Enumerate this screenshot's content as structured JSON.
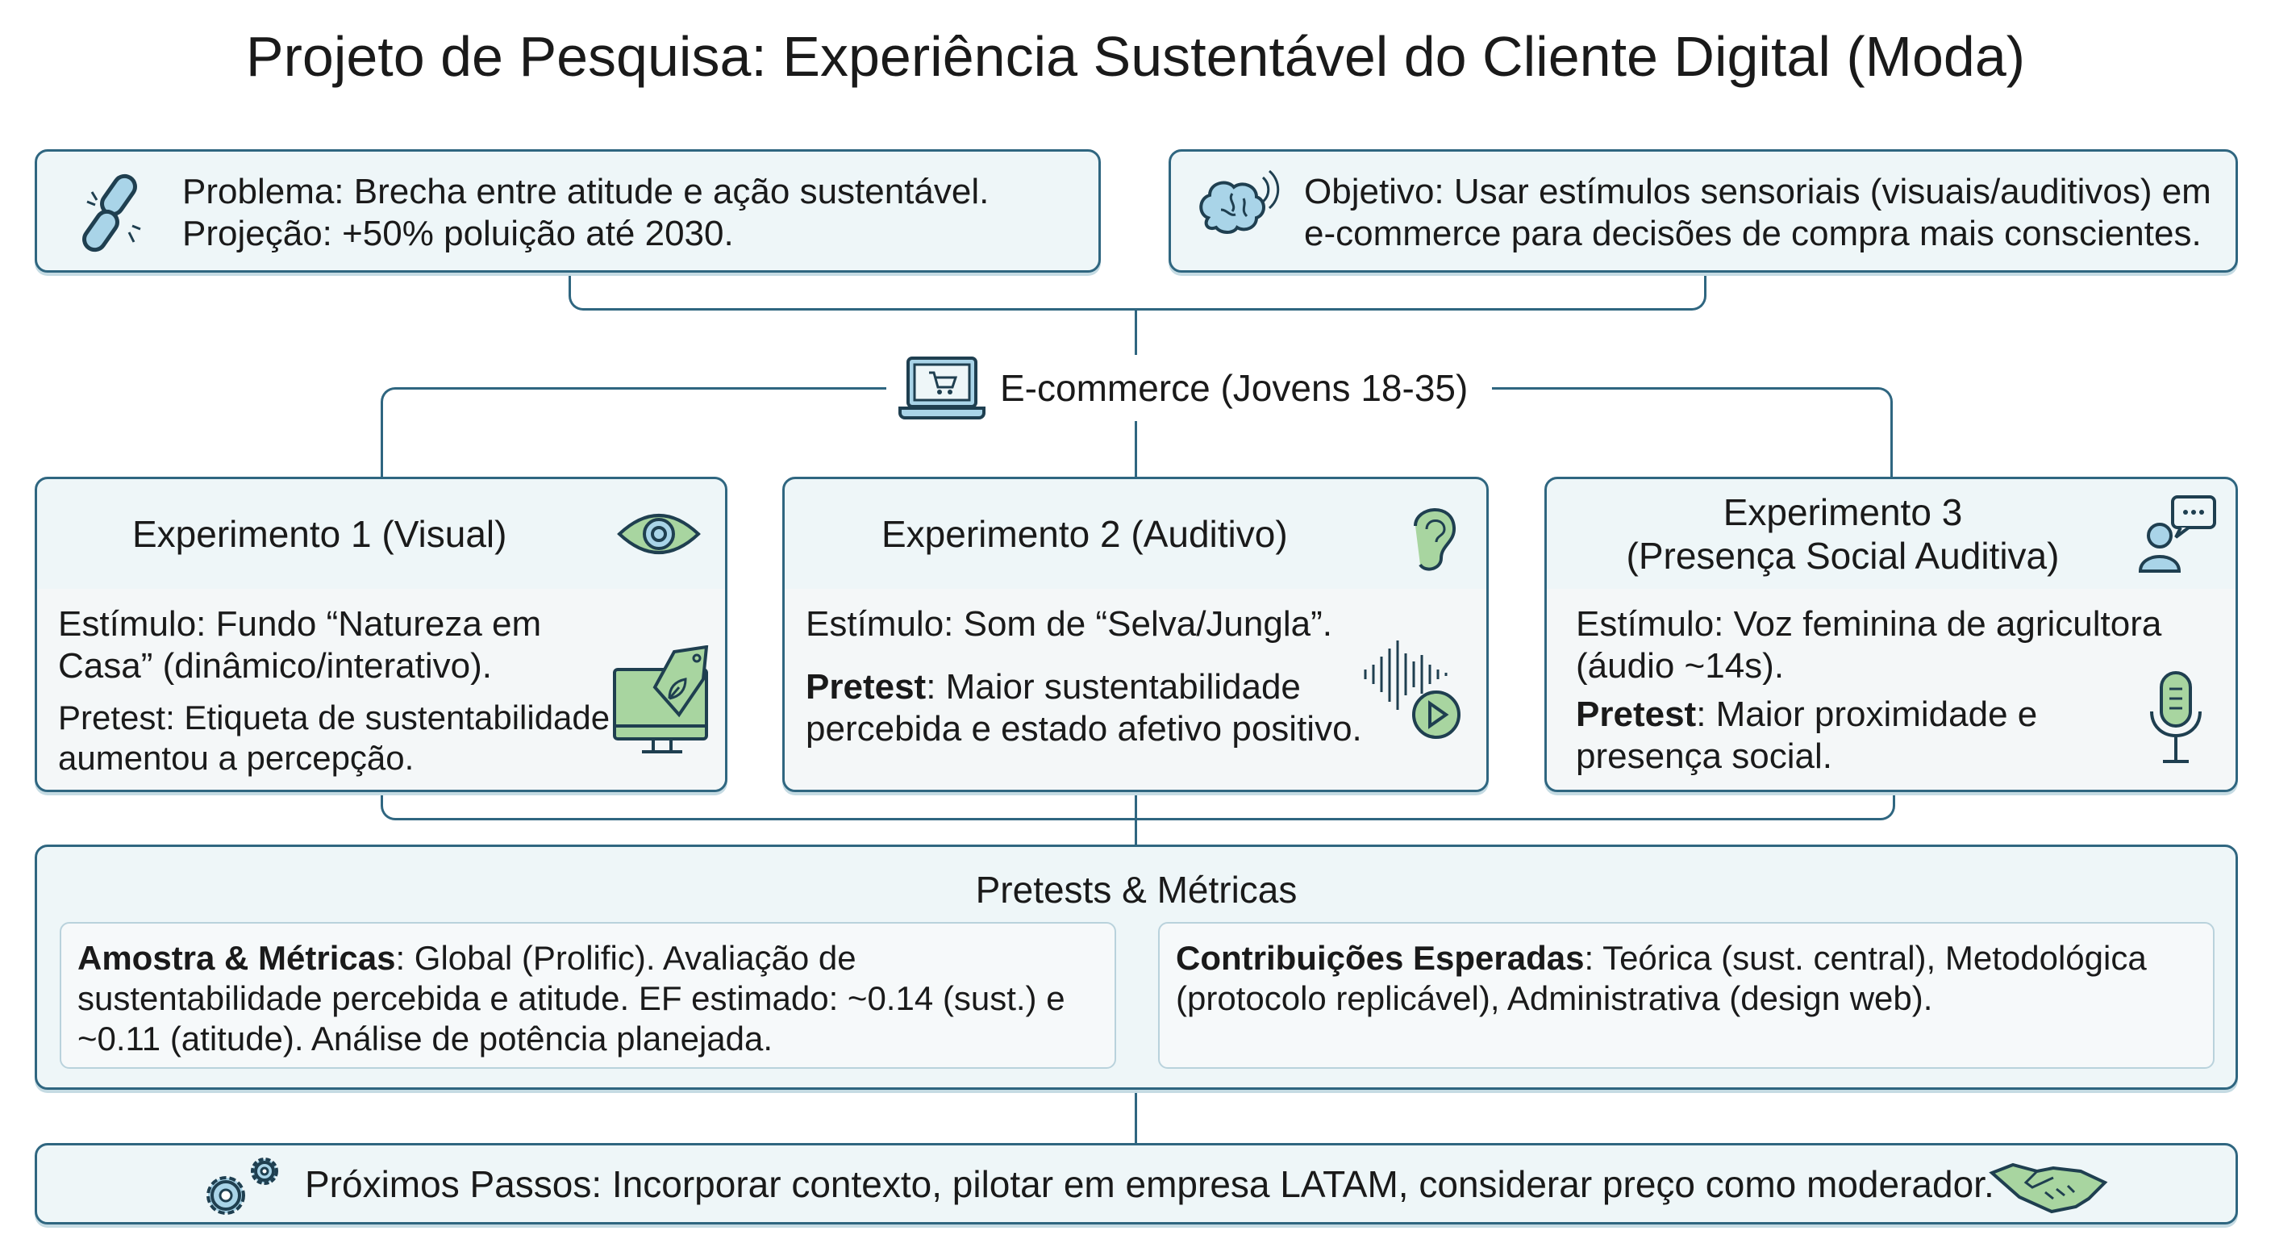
{
  "title": "Projeto de Pesquisa: Experiência Sustentável do Cliente Digital (Moda)",
  "problem": {
    "line1": "Problema: Brecha entre atitude e ação sustentável.",
    "line2": "Projeção: +50% poluição até 2030.",
    "icon": "broken-link-icon"
  },
  "objective": {
    "line1": "Objetivo: Usar estímulos sensoriais (visuais/auditivos) em",
    "line2": "e-commerce para decisões de compra mais conscientes.",
    "icon": "brain-sound-icon"
  },
  "hub": {
    "label": "E-commerce (Jovens 18-35)",
    "icon": "laptop-cart-icon"
  },
  "experiments": [
    {
      "title": "Experimento 1 (Visual)",
      "stimulus": "Estímulo: Fundo “Natureza em Casa” (dinâmico/interativo).",
      "pretest_label": "Pretest",
      "pretest": ": Etiqueta de sustentabilidade aumentou a percepção.",
      "icon": "eye-icon",
      "side_icon": "monitor-eco-tag-icon"
    },
    {
      "title": "Experimento 2 (Auditivo)",
      "stimulus": "Estímulo: Som de “Selva/Jungla”.",
      "pretest_label": "Pretest",
      "pretest": ": Maior sustentabilidade percebida e estado afetivo positivo.",
      "icon": "ear-icon",
      "side_icon": "audio-wave-play-icon"
    },
    {
      "title_line1": "Experimento 3",
      "title_line2": "(Presença Social Auditiva)",
      "stimulus": "Estímulo: Voz feminina de agricultora (áudio ~14s).",
      "pretest_label": "Pretest",
      "pretest": ": Maior proximidade e presença social.",
      "icon": "person-chat-icon",
      "side_icon": "microphone-icon"
    }
  ],
  "metrics": {
    "title": "Pretests & Métricas",
    "sample_label": "Amostra & Métricas",
    "sample": ": Global (Prolific). Avaliação de sustentabilidade percebida e atitude. EF estimado: ~0.14 (sust.) e ~0.11 (atitude). Análise de potência planejada.",
    "contrib_label": "Contribuições Esperadas",
    "contrib": ": Teórica (sust. central), Metodológica (protocolo replicável), Administrativa (design web)."
  },
  "next": {
    "text": "Próximos Passos: Incorporar contexto, pilotar em empresa LATAM, considerar preço como moderador.",
    "icon": "gears-icon",
    "end_icon": "handshake-icon"
  },
  "colors": {
    "border": "#2f6680",
    "fill": "#eef6f8",
    "green": "#a8d5a0",
    "blue": "#a9d4e8"
  }
}
